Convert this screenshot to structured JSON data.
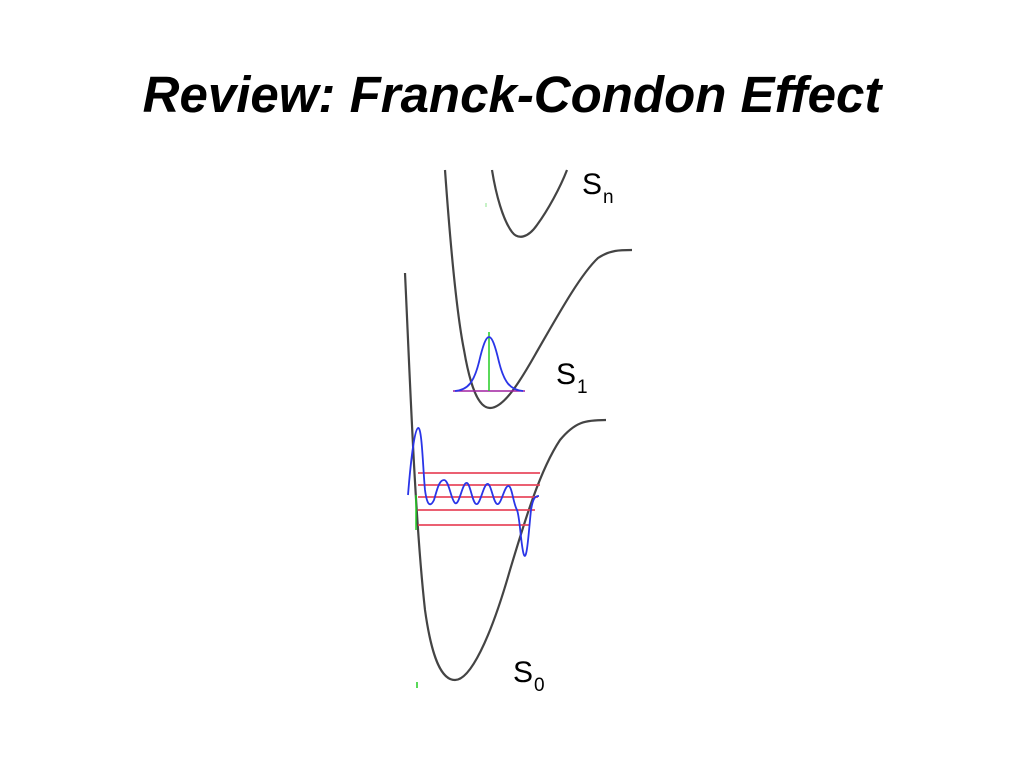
{
  "title": "Review: Franck-Condon Effect",
  "labels": {
    "sn": {
      "main": "S",
      "sub": "n"
    },
    "s1": {
      "main": "S",
      "sub": "1"
    },
    "s0": {
      "main": "S",
      "sub": "0"
    }
  },
  "colors": {
    "curve": "#444444",
    "wavefunction": "#2a35e8",
    "vibrational_levels": "#e8455a",
    "axis_marker": "#22cc22",
    "baseline": "#a020a0"
  }
}
